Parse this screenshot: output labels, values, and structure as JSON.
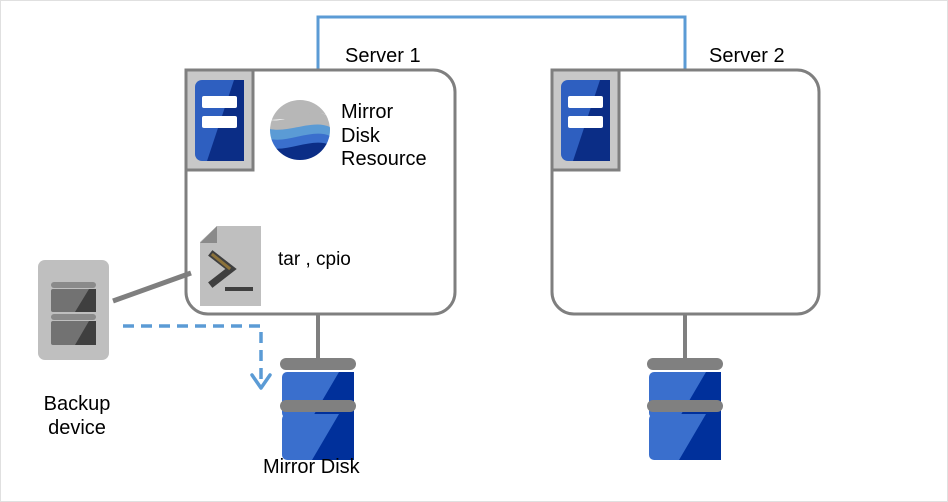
{
  "diagram": {
    "title": "Mirror disk backup configuration",
    "nodes": {
      "server1": {
        "label": "Server 1",
        "icon": "server-rack-icon",
        "contents": [
          {
            "icon": "mirror-disk-resource-globe-icon",
            "label": "Mirror\nDisk\nResource"
          },
          {
            "icon": "script-terminal-icon",
            "label": "tar , cpio"
          }
        ]
      },
      "server2": {
        "label": "Server 2",
        "icon": "server-rack-icon",
        "contents": []
      },
      "backup_device": {
        "label": "Backup\ndevice",
        "icon": "backup-device-icon"
      },
      "mirror_disk_1": {
        "label": "Mirror Disk",
        "icon": "disk-stack-icon"
      },
      "mirror_disk_2": {
        "label": "",
        "icon": "disk-stack-icon"
      }
    },
    "connections": [
      {
        "name": "interconnect",
        "from": "server1",
        "to": "server2",
        "style": "solid",
        "color": "#5B9BD5"
      },
      {
        "name": "backup-link",
        "from": "backup_device",
        "to": "server1",
        "style": "solid",
        "color": "#7F7F7F"
      },
      {
        "name": "backup-flow-arrow",
        "from": "backup_device",
        "to": "mirror_disk_1",
        "style": "dashed",
        "color": "#5B9BD5"
      },
      {
        "name": "server1-disk-link",
        "from": "server1",
        "to": "mirror_disk_1",
        "style": "solid",
        "color": "#7F7F7F"
      },
      {
        "name": "server2-disk-link",
        "from": "server2",
        "to": "mirror_disk_2",
        "style": "solid",
        "color": "#7F7F7F"
      }
    ],
    "colors": {
      "accent_blue": "#5B9BD5",
      "line_gray": "#7F7F7F",
      "disk_light_blue": "#3A6FCD",
      "disk_dark_blue": "#00309B",
      "device_gray": "#BFBFBF",
      "device_dark_gray": "#3F3F3F",
      "text": "#000000",
      "page_border": "#E0E0E0"
    }
  }
}
